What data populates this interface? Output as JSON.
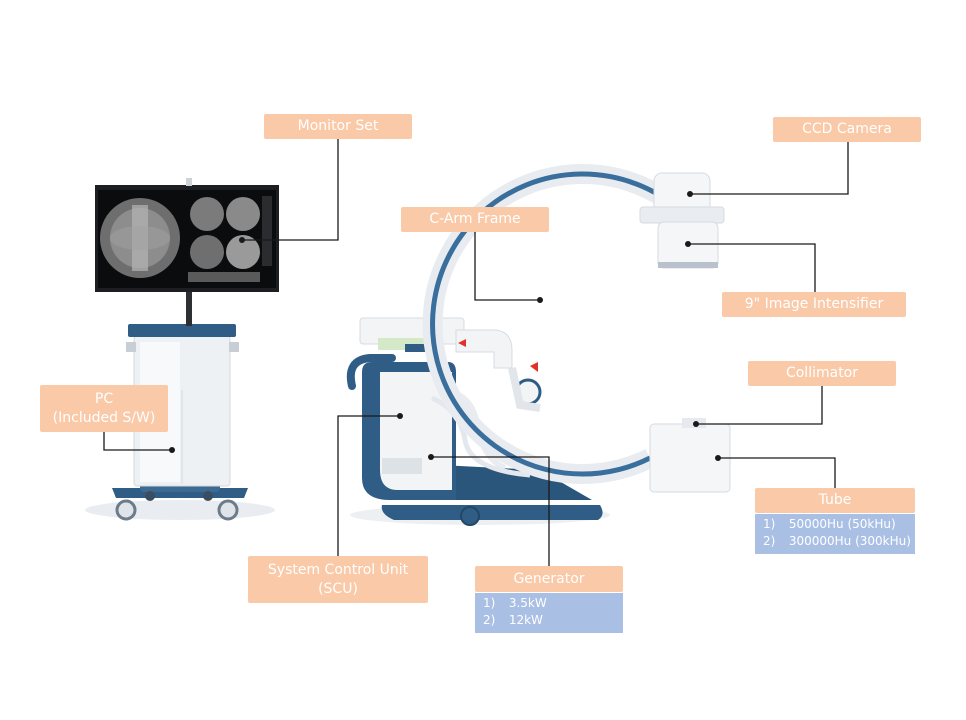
{
  "labels": {
    "monitor_set": "Monitor Set",
    "ccd_camera": "CCD Camera",
    "c_arm_frame": "C-Arm Frame",
    "image_intensifier": "9\" Image Intensifier",
    "collimator": "Collimator",
    "pc_line1": "PC",
    "pc_line2": "(Included S/W)",
    "tube": "Tube",
    "scu_line1": "System Control Unit",
    "scu_line2": "(SCU)",
    "generator": "Generator"
  },
  "tube_specs": [
    {
      "num": "1)",
      "text": "50000Hu (50kHu)"
    },
    {
      "num": "2)",
      "text": "300000Hu (300kHu)"
    }
  ],
  "generator_specs": [
    {
      "num": "1)",
      "text": "3.5kW"
    },
    {
      "num": "2)",
      "text": "12kW"
    }
  ],
  "colors": {
    "label_bg": "#f9c9a8",
    "spec_bg": "#a9bfe4",
    "device_blue": "#2f5d86",
    "device_white": "#f2f4f6"
  }
}
